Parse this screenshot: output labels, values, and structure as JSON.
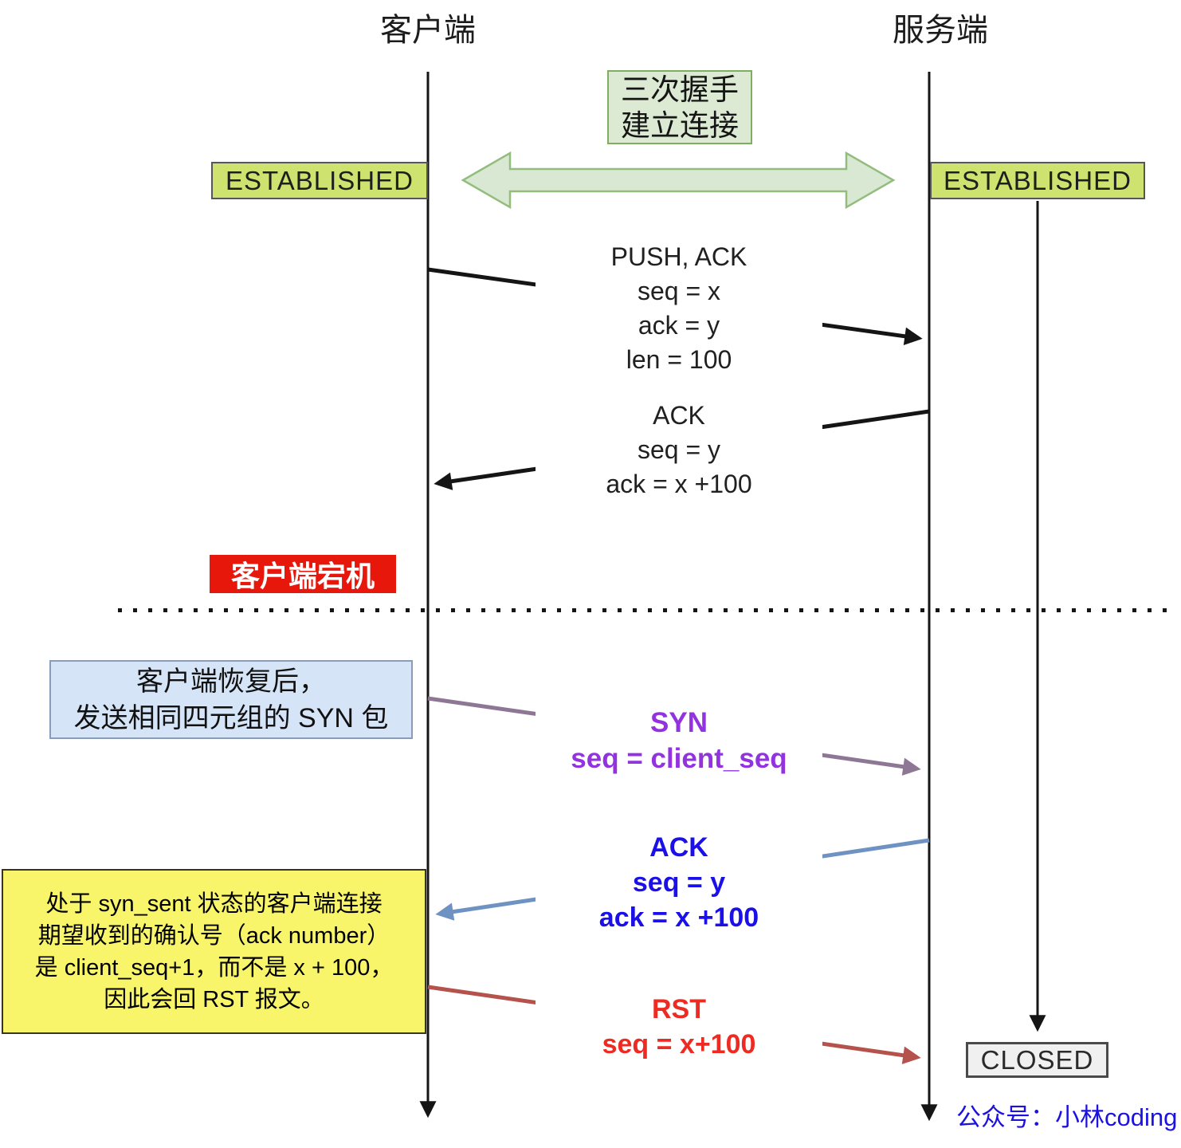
{
  "diagram": {
    "client_title": "客户端",
    "server_title": "服务端",
    "handshake_box": {
      "line1": "三次握手",
      "line2": "建立连接"
    },
    "states": {
      "client_established": "ESTABLISHED",
      "server_established": "ESTABLISHED",
      "server_closed": "CLOSED"
    },
    "crash_box_label": "客户端宕机",
    "recovery_box": {
      "line1": "客户端恢复后，",
      "line2": "发送相同四元组的 SYN 包"
    },
    "rst_note_box": {
      "line1": "处于 syn_sent 状态的客户端连接",
      "line2": "期望收到的确认号（ack number）",
      "line3": "是 client_seq+1，而不是 x + 100，",
      "line4": "因此会回 RST 报文。"
    },
    "messages": {
      "push_ack": {
        "lines": [
          "PUSH, ACK",
          "seq = x",
          "ack = y",
          "len = 100"
        ]
      },
      "server_ack": {
        "lines": [
          "ACK",
          "seq = y",
          "ack = x +100"
        ]
      },
      "syn": {
        "lines": [
          "SYN",
          "seq = client_seq"
        ]
      },
      "stale_ack": {
        "lines": [
          "ACK",
          "seq = y",
          "ack = x +100"
        ]
      },
      "rst": {
        "lines": [
          "RST",
          "seq = x+100"
        ]
      }
    },
    "watermark": "公众号：小林coding",
    "colors": {
      "established_fill": "#cde26f",
      "handshake_fill": "#dcead4",
      "handshake_border": "#7fae63",
      "double_arrow_fill": "#d9e8d2",
      "double_arrow_border": "#93bd7d",
      "crash_fill": "#e8170c",
      "recovery_fill": "#d5e4f7",
      "note_fill": "#f8f56a",
      "closed_fill": "#f0f0f0",
      "message_black": "#202020",
      "syn_text": "#9333e0",
      "syn_line": "#8d7795",
      "ack_text": "#1b10e8",
      "ack_line": "#6e93c3",
      "rst_text": "#ee2b22",
      "rst_line": "#b5524b",
      "watermark_color": "#1c12e0"
    }
  }
}
